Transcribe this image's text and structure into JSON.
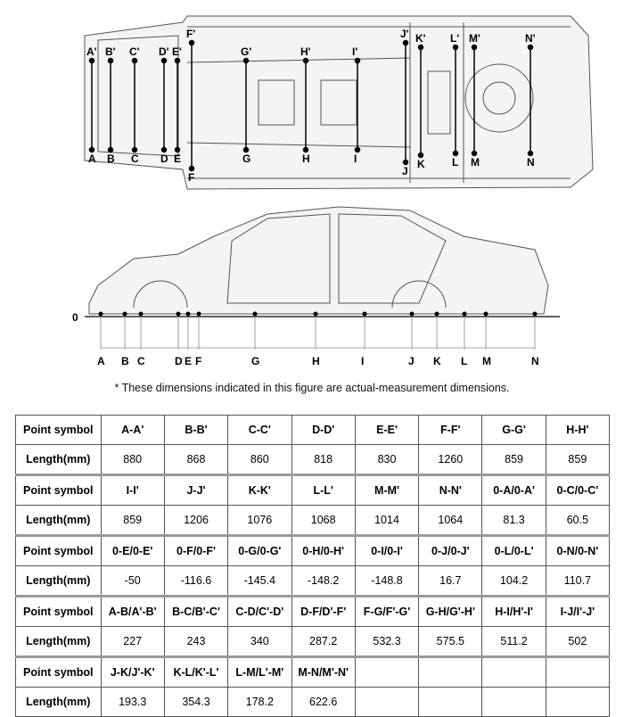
{
  "figure": {
    "top_labels_upper": [
      "A'",
      "B'",
      "C'",
      "D'",
      "E'",
      "F'",
      "G'",
      "H'",
      "I'",
      "J'",
      "K'",
      "L'",
      "M'",
      "N'"
    ],
    "top_labels_lower": [
      "A",
      "B",
      "C",
      "D",
      "E",
      "F",
      "G",
      "H",
      "I",
      "J",
      "K",
      "L",
      "M",
      "N"
    ],
    "side_origin": "0",
    "side_labels": [
      "A",
      "B",
      "C",
      "D",
      "E",
      "F",
      "G",
      "H",
      "I",
      "J",
      "K",
      "L",
      "M",
      "N"
    ]
  },
  "note": "*  These dimensions indicated in this figure are actual-measurement dimensions.",
  "table": {
    "row_header_symbol": "Point symbol",
    "row_header_length": "Length(mm)",
    "groups": [
      {
        "symbols": [
          "A-A'",
          "B-B'",
          "C-C'",
          "D-D'",
          "E-E'",
          "F-F'",
          "G-G'",
          "H-H'"
        ],
        "lengths": [
          "880",
          "868",
          "860",
          "818",
          "830",
          "1260",
          "859",
          "859"
        ]
      },
      {
        "symbols": [
          "I-I'",
          "J-J'",
          "K-K'",
          "L-L'",
          "M-M'",
          "N-N'",
          "0-A/0-A'",
          "0-C/0-C'"
        ],
        "lengths": [
          "859",
          "1206",
          "1076",
          "1068",
          "1014",
          "1064",
          "81.3",
          "60.5"
        ]
      },
      {
        "symbols": [
          "0-E/0-E'",
          "0-F/0-F'",
          "0-G/0-G'",
          "0-H/0-H'",
          "0-I/0-I'",
          "0-J/0-J'",
          "0-L/0-L'",
          "0-N/0-N'"
        ],
        "lengths": [
          "-50",
          "-116.6",
          "-145.4",
          "-148.2",
          "-148.8",
          "16.7",
          "104.2",
          "110.7"
        ]
      },
      {
        "symbols": [
          "A-B/A'-B'",
          "B-C/B'-C'",
          "C-D/C'-D'",
          "D-F/D'-F'",
          "F-G/F'-G'",
          "G-H/G'-H'",
          "H-I/H'-I'",
          "I-J/I'-J'"
        ],
        "lengths": [
          "227",
          "243",
          "340",
          "287.2",
          "532.3",
          "575.5",
          "511.2",
          "502"
        ]
      },
      {
        "symbols": [
          "J-K/J'-K'",
          "K-L/K'-L'",
          "L-M/L'-M'",
          "M-N/M'-N'",
          "",
          "",
          "",
          ""
        ],
        "lengths": [
          "193.3",
          "354.3",
          "178.2",
          "622.6",
          "",
          "",
          "",
          ""
        ]
      }
    ]
  }
}
